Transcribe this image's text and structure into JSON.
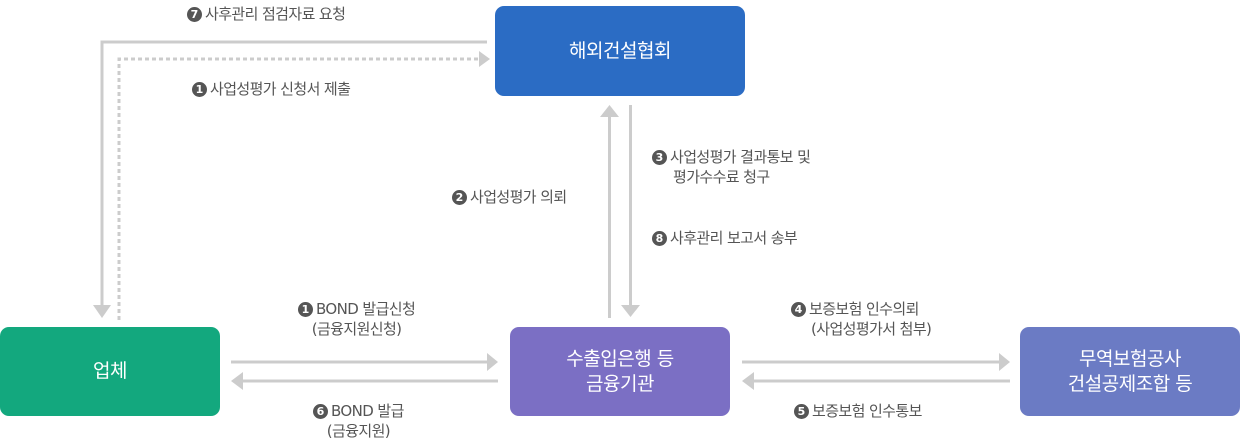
{
  "colors": {
    "kaca": "#2b6cc4",
    "company": "#13a87e",
    "bank": "#7b6fc4",
    "insurer": "#6b7bc4",
    "arrow": "#cccccc",
    "label_text": "#555555",
    "badge": "#555555"
  },
  "nodes": {
    "kaca": {
      "lines": [
        "해외건설협회"
      ]
    },
    "company": {
      "lines": [
        "업체"
      ]
    },
    "bank": {
      "lines": [
        "수출입은행 등",
        "금융기관"
      ]
    },
    "insurer": {
      "lines": [
        "무역보험공사",
        "건설공제조합 등"
      ]
    }
  },
  "edges": [
    {
      "id": "e7",
      "from": "kaca",
      "to": "company",
      "style": "solid",
      "number": "7",
      "lines": [
        "사후관리 점검자료 요청"
      ]
    },
    {
      "id": "e1a",
      "from": "company",
      "to": "kaca",
      "style": "dotted",
      "number": "1",
      "lines": [
        "사업성평가 신청서 제출"
      ]
    },
    {
      "id": "e2",
      "from": "bank",
      "to": "kaca",
      "style": "solid",
      "number": "2",
      "lines": [
        "사업성평가 의뢰"
      ]
    },
    {
      "id": "e3",
      "from": "kaca",
      "to": "bank",
      "style": "solid",
      "number": "3",
      "lines": [
        "사업성평가 결과통보 및",
        "평가수수료 청구"
      ]
    },
    {
      "id": "e8",
      "from": "kaca",
      "to": "bank",
      "style": "solid",
      "number": "8",
      "lines": [
        "사후관리 보고서 송부"
      ]
    },
    {
      "id": "e1b",
      "from": "company",
      "to": "bank",
      "style": "solid",
      "number": "1",
      "lines": [
        "BOND 발급신청",
        "(금융지원신청)"
      ]
    },
    {
      "id": "e6",
      "from": "bank",
      "to": "company",
      "style": "solid",
      "number": "6",
      "lines": [
        "BOND 발급",
        "(금융지원)"
      ]
    },
    {
      "id": "e4",
      "from": "bank",
      "to": "insurer",
      "style": "solid",
      "number": "4",
      "lines": [
        "보증보험 인수의뢰",
        "(사업성평가서 첨부)"
      ]
    },
    {
      "id": "e5",
      "from": "insurer",
      "to": "bank",
      "style": "solid",
      "number": "5",
      "lines": [
        "보증보험 인수통보"
      ]
    }
  ]
}
